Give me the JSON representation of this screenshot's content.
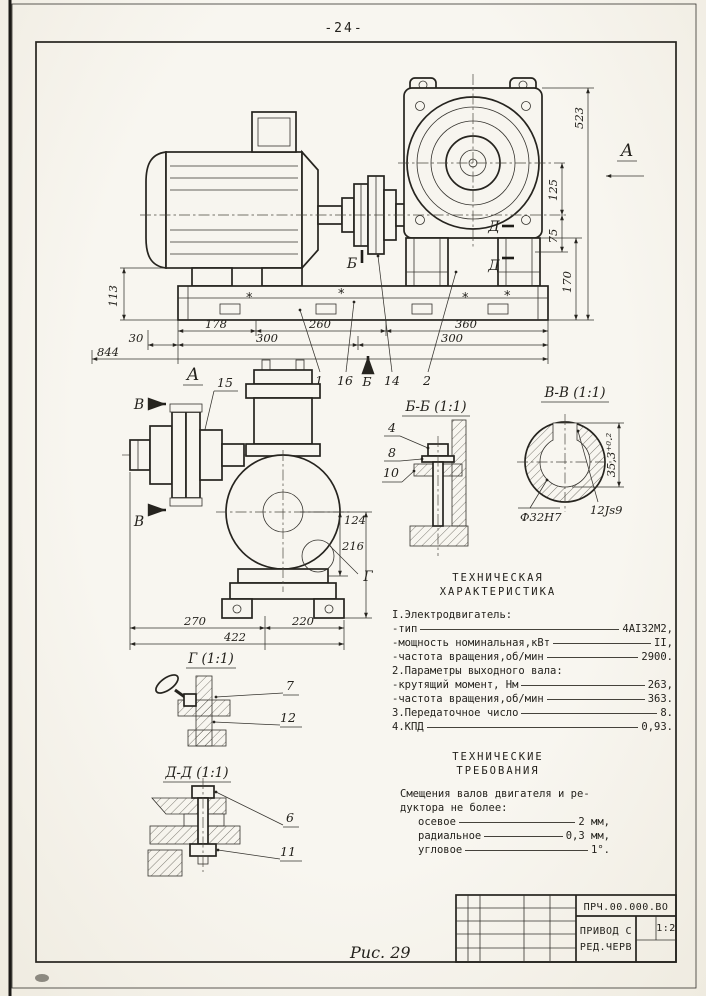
{
  "colors": {
    "paper": "#f6f4ee",
    "ink": "#2b2a26"
  },
  "page": {
    "number": "-24-",
    "figure_caption": "Рис. 29"
  },
  "main_view": {
    "view_arrow": "А",
    "dim_523": "523",
    "dim_125": "125",
    "dim_75": "75",
    "dim_170": "170",
    "dim_113": "113",
    "dim_844": "844",
    "dim_30": "30",
    "dim_178": "178",
    "dim_300_left": "300",
    "dim_260": "260",
    "dim_360": "360",
    "dim_300_right": "300",
    "mark_b": "Б",
    "mark_b_bottom": "Б",
    "mark_d_upper": "Д",
    "mark_d_lower": "Д",
    "callout_1": "1",
    "callout_16": "16",
    "callout_14": "14",
    "callout_2": "2",
    "weld_mark": "*"
  },
  "view_a": {
    "label": "А",
    "callout_15": "15",
    "mark_v_top": "В",
    "mark_v_bottom": "В",
    "mark_g": "Г",
    "dim_124": "124",
    "dim_216": "216",
    "dim_270": "270",
    "dim_220": "220",
    "dim_422": "422"
  },
  "section_bb": {
    "title": "Б-Б (1:1)",
    "callout_4": "4",
    "callout_8": "8",
    "callout_10": "10"
  },
  "section_vv": {
    "title": "В-В (1:1)",
    "dim_bore": "Ф32Н7",
    "dim_key_width": "12Js9",
    "dim_key_height": "35,3⁺⁰·²"
  },
  "detail_g": {
    "title": "Г (1:1)",
    "callout_7": "7",
    "callout_12": "12"
  },
  "section_dd": {
    "title": "Д-Д (1:1)",
    "callout_6": "6",
    "callout_11": "11"
  },
  "tech_char": {
    "title_line1": "ТЕХНИЧЕСКАЯ",
    "title_line2": "ХАРАКТЕРИСТИКА",
    "rows": [
      {
        "kind": "heading",
        "label": "I.Электродвигатель:"
      },
      {
        "kind": "value",
        "label": "-тип",
        "value": "4АI32М2",
        "tail": ","
      },
      {
        "kind": "value",
        "label": "-мощность номинальная,кВт",
        "value": "II",
        "tail": ","
      },
      {
        "kind": "value",
        "label": "-частота вращения,об/мин",
        "value": "2900",
        "tail": "."
      },
      {
        "kind": "heading",
        "label": "2.Параметры выходного вала:"
      },
      {
        "kind": "value",
        "label": "-крутящий момент, Нм",
        "value": "263",
        "tail": ","
      },
      {
        "kind": "value",
        "label": "-частота вращения,об/мин",
        "value": "363",
        "tail": "."
      },
      {
        "kind": "value",
        "label": "3.Передаточное число",
        "value": "8",
        "tail": "."
      },
      {
        "kind": "value",
        "label": "4.КПД",
        "value": "0,93",
        "tail": "."
      }
    ]
  },
  "tech_req": {
    "title_line1": "ТЕХНИЧЕСКИЕ",
    "title_line2": "ТРЕБОВАНИЯ",
    "intro_line1": "Смещения валов двигателя и ре-",
    "intro_line2": "дуктора не более:",
    "rows": [
      {
        "label": "осевое",
        "value": "2 мм",
        "tail": ","
      },
      {
        "label": "радиальное",
        "value": "0,3 мм",
        "tail": ","
      },
      {
        "label": "угловое",
        "value": "1°",
        "tail": "."
      }
    ]
  },
  "title_block": {
    "doc_code": "ПРЧ.00.000.ВО",
    "name_line1": "ПРИВОД С",
    "name_line2": "РЕД.ЧЕРВ",
    "scale": "1:2"
  }
}
